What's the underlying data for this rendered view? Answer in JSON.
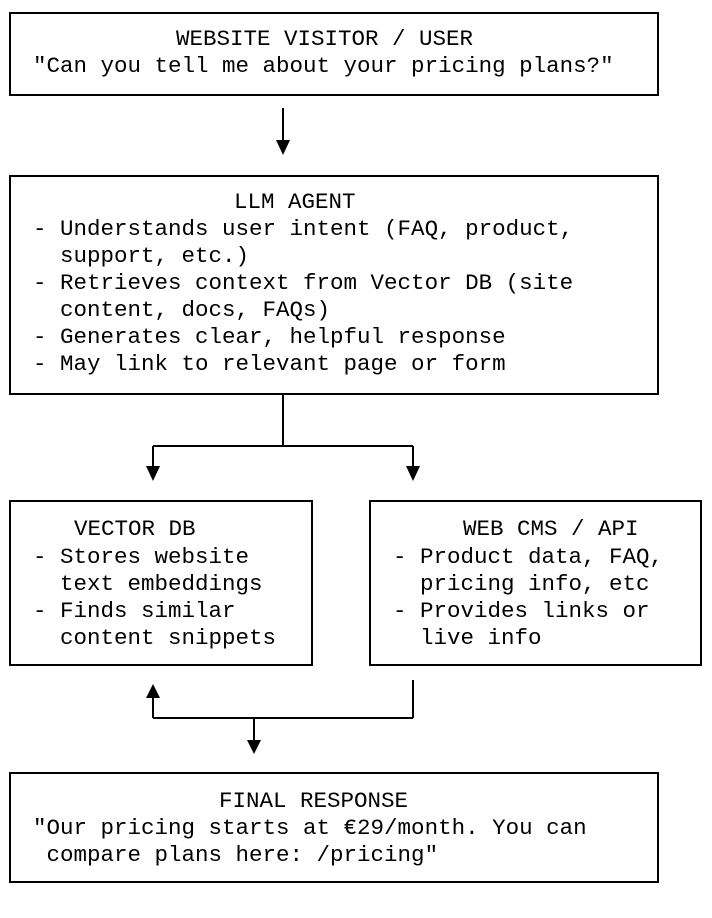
{
  "visitor": {
    "title": "WEBSITE VISITOR / USER",
    "message": "\"Can you tell me about your pricing plans?\""
  },
  "agent": {
    "title": "LLM AGENT",
    "lines": [
      "- Understands user intent (FAQ, product,",
      "  support, etc.)",
      "- Retrieves context from Vector DB (site",
      "  content, docs, FAQs)",
      "- Generates clear, helpful response",
      "- May link to relevant page or form"
    ]
  },
  "vector_db": {
    "title": "VECTOR DB",
    "lines": [
      "- Stores website",
      "  text embeddings",
      "- Finds similar",
      "  content snippets"
    ]
  },
  "cms": {
    "title": "WEB CMS / API",
    "lines": [
      "- Product data, FAQ,",
      "  pricing info, etc",
      "- Provides links or",
      "  live info"
    ]
  },
  "final": {
    "title": "FINAL RESPONSE",
    "lines": [
      "\"Our pricing starts at €29/month. You can",
      " compare plans here: /pricing\""
    ]
  }
}
